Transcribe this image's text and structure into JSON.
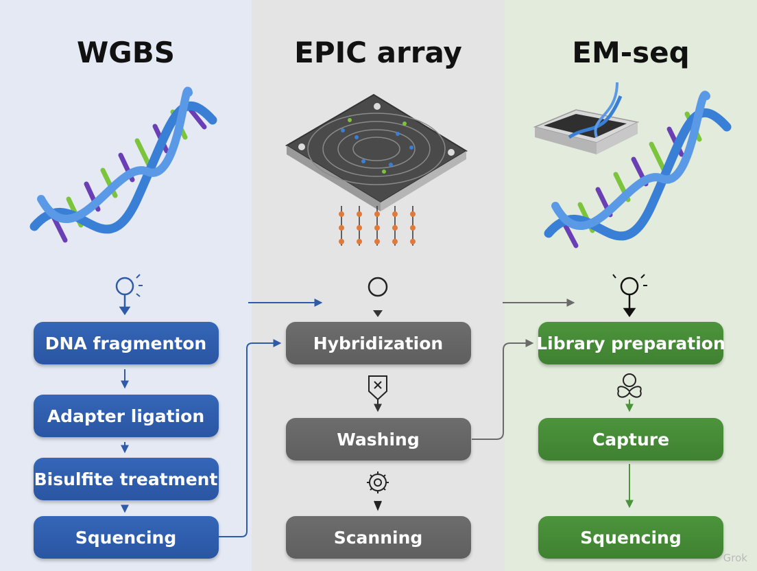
{
  "columns": [
    {
      "title": "WGBS",
      "steps": [
        "DNA fragmenton",
        "Adapter ligation",
        "Bisulfite treatment",
        "Squencing"
      ]
    },
    {
      "title": "EPIC array",
      "steps": [
        "Hybridization",
        "Washing",
        "Scanning"
      ]
    },
    {
      "title": "EM-seq",
      "steps": [
        "Library preparation",
        "Capture",
        "Squencing"
      ]
    }
  ],
  "watermark": "Grok",
  "colors": {
    "wgbs_bg": "#e4e9f3",
    "epic_bg": "#e4e4e4",
    "emseq_bg": "#e3ecdc",
    "wgbs_box": "#2f5eaf",
    "epic_box": "#666666",
    "emseq_box": "#468b37",
    "dna_blue": "#3a7fd6",
    "dna_green": "#7cc43c",
    "dna_purple": "#6a3fb5",
    "arrow_blue": "#2e5aa8"
  }
}
